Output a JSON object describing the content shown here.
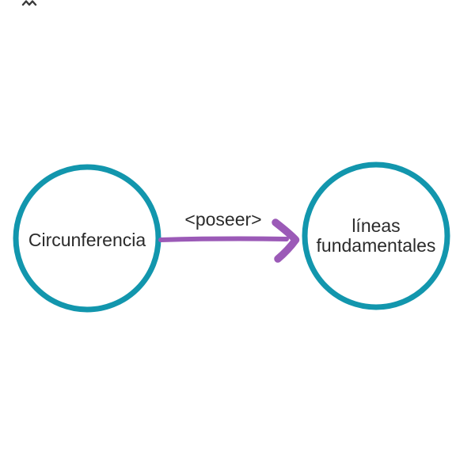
{
  "page": {
    "background": "#ffffff"
  },
  "icons": {
    "stray_mark": "zigzag-scribble",
    "arrowhead": "chevron-right"
  },
  "diagram": {
    "type": "concept-map",
    "nodes": [
      {
        "id": "circunferencia",
        "shape": "circle",
        "label": "Circunferencia"
      },
      {
        "id": "lineas-fundamentales",
        "shape": "circle",
        "label": "líneas fundamentales",
        "label_lines": [
          "líneas",
          "fundamentales"
        ]
      }
    ],
    "edges": [
      {
        "from": "circunferencia",
        "to": "lineas-fundamentales",
        "label": "<poseer>",
        "direction": "right"
      }
    ],
    "colors": {
      "node_stroke": "#1296ad",
      "node_fill": "#ffffff",
      "edge_stroke": "#9b5ab7",
      "label_text": "#2b2b2b",
      "stray_mark": "#3a3a3a"
    }
  }
}
